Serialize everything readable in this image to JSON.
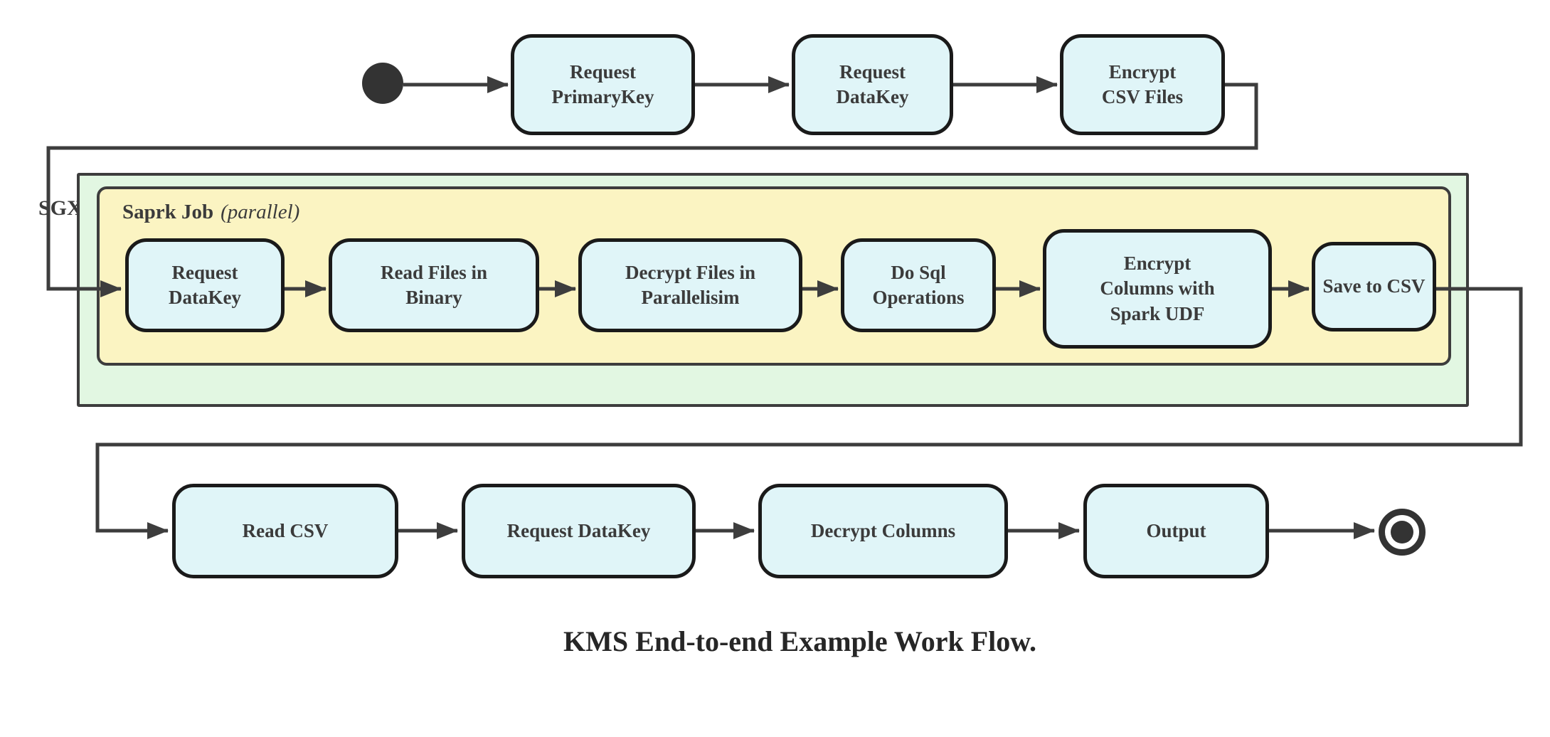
{
  "caption": "KMS End-to-end Example Work Flow.",
  "colors": {
    "node_fill": "#e0f5f8",
    "node_border": "#1a1a1a",
    "sgx_fill": "#e2f7e2",
    "spark_fill": "#fbf4c2",
    "container_border": "#3d3d3d",
    "connector": "#3d3d3d",
    "text": "#3b3b3b"
  },
  "start_flow": {
    "nodes": [
      {
        "label": "Request\nPrimaryKey"
      },
      {
        "label": "Request\nDataKey"
      },
      {
        "label": "Encrypt\nCSV Files"
      }
    ]
  },
  "sgx": {
    "label": "SGX",
    "spark_job": {
      "title": "Saprk Job",
      "title_annotation": "(parallel)",
      "nodes": [
        {
          "label": "Request\nDataKey"
        },
        {
          "label": "Read Files in\nBinary"
        },
        {
          "label": "Decrypt Files in\nParallelisim"
        },
        {
          "label": "Do Sql\nOperations"
        },
        {
          "label": "Encrypt\nColumns with\nSpark UDF"
        },
        {
          "label": "Save to CSV"
        }
      ]
    }
  },
  "end_flow": {
    "nodes": [
      {
        "label": "Read CSV"
      },
      {
        "label": "Request DataKey"
      },
      {
        "label": "Decrypt Columns"
      },
      {
        "label": "Output"
      }
    ]
  }
}
